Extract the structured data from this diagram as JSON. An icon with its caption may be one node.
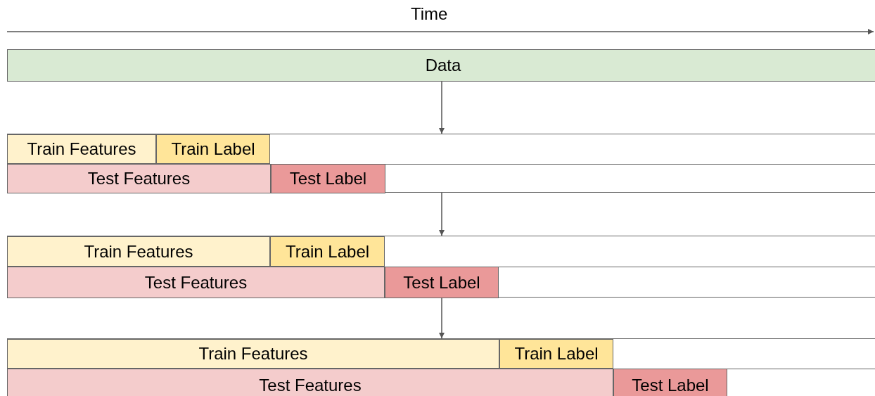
{
  "diagram": {
    "nodes": [
      {
        "text": [
          "Data"
        ]
      },
      {
        "text": [],
        "shape": "box"
      },
      {
        "text": [
          "Train Features"
        ],
        "in": 1
      },
      {
        "text": [
          "Train Label"
        ],
        "in": 1
      },
      {
        "text": [
          "Test Features"
        ],
        "in": 1
      },
      {
        "text": [
          "Test Label"
        ],
        "in": 1
      },
      {
        "text": [],
        "shape": "box"
      },
      {
        "text": [
          "Train Features"
        ],
        "in": 6
      },
      {
        "text": [
          "Train Label"
        ],
        "in": 6
      },
      {
        "text": [
          "Test Features"
        ],
        "in": 6
      },
      {
        "text": [
          "Test Label"
        ],
        "in": 6
      },
      {
        "text": [],
        "shape": "box"
      },
      {
        "text": [
          "Train Features"
        ],
        "in": 11
      },
      {
        "text": [
          "Train Label"
        ],
        "in": 11
      },
      {
        "text": [
          "Test Features"
        ],
        "in": 11
      },
      {
        "text": [
          "Test Label"
        ],
        "in": 11
      }
    ],
    "edges": [
      {
        "from": 0,
        "to": 1,
        "arrow": "to"
      },
      {
        "from": 1,
        "to": 6,
        "arrow": "to"
      },
      {
        "from": 6,
        "to": 11,
        "arrow": "to"
      }
    ],
    "labels": [
      "Time"
    ]
  }
}
